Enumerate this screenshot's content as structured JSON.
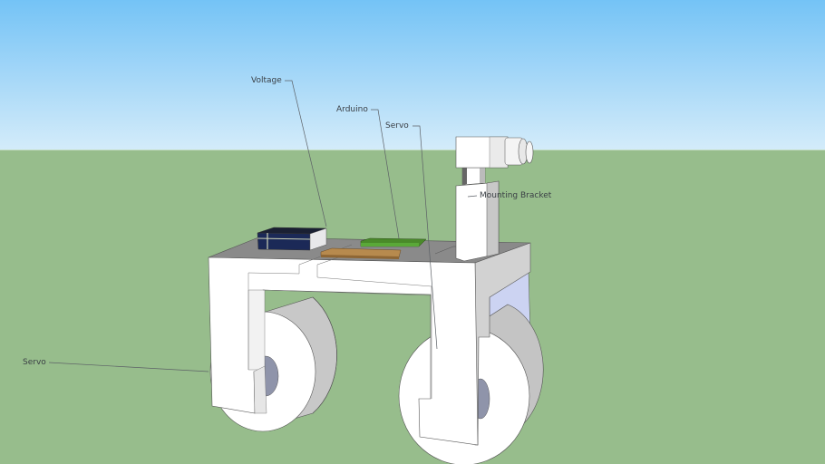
{
  "scene": {
    "sky_color_top": "#74c3f6",
    "sky_color_bottom": "#d4ecfa",
    "ground_color": "#97bd8c"
  },
  "labels": {
    "voltage": "Voltage",
    "arduino": "Arduino",
    "servo_top": "Servo",
    "mounting_bracket": "Mounting Bracket",
    "servo_left": "Servo"
  }
}
